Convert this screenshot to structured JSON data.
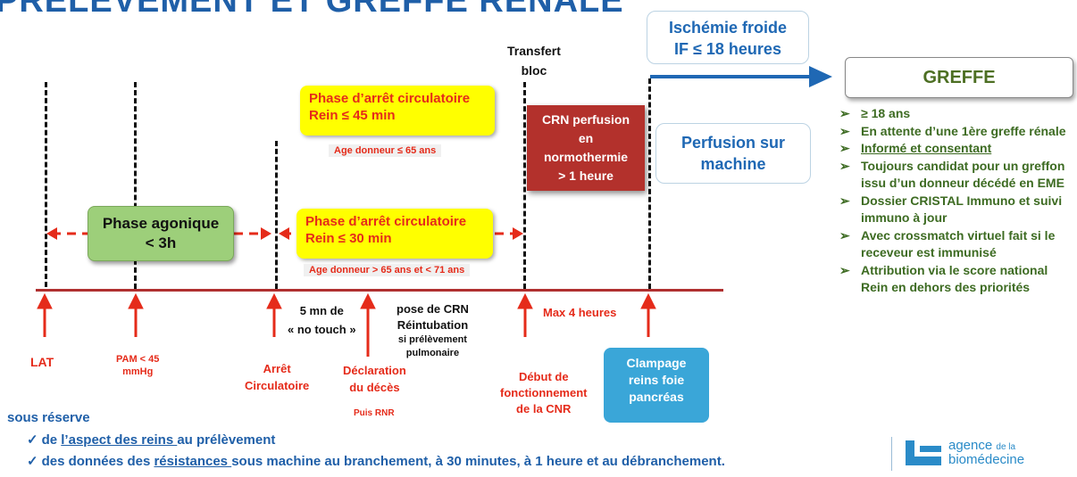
{
  "title": "PRÉLÈVEMENT ET GREFFE RÉNALE",
  "transfert": {
    "line1": "Transfert",
    "line2": "bloc"
  },
  "ischemie": {
    "line1": "Ischémie froide",
    "line2": "IF ≤ 18 heures"
  },
  "greffe": "GREFFE",
  "perfusion_machine": {
    "line1": "Perfusion sur",
    "line2": "machine"
  },
  "crn_box": {
    "line1": "CRN perfusion",
    "line2": "en",
    "line3": "normothermie",
    "line4": "> 1 heure"
  },
  "phase_arret_45": {
    "line1": "Phase d’arrêt circulatoire",
    "line2": "Rein ≤ 45 min"
  },
  "age_65": "Age donneur ≤ 65 ans",
  "phase_arret_30": {
    "line1": "Phase d’arrêt circulatoire",
    "line2": "Rein ≤ 30 min"
  },
  "age_65_71": "Age donneur > 65 ans et < 71 ans",
  "phase_agonique": {
    "line1": "Phase agonique",
    "line2": "< 3h"
  },
  "below": {
    "lat": "LAT",
    "pam_1": "PAM < 45",
    "pam_2": "mmHg",
    "no_touch_1": "5 mn de",
    "no_touch_2": "« no touch »",
    "arret_1": "Arrêt",
    "arret_2": "Circulatoire",
    "pose_crn": "pose de CRN",
    "reintubation": "Réintubation",
    "si_prel_1": "si prélèvement",
    "si_prel_2": "pulmonaire",
    "decl_1": "Déclaration",
    "decl_2": "du décès",
    "puis_rnr": "Puis RNR",
    "max4": "Max 4 heures",
    "debut_1": "Début de",
    "debut_2": "fonctionnement",
    "debut_3": "de la CNR",
    "clamp_1": "Clampage",
    "clamp_2": "reins  foie",
    "clamp_3": "pancréas"
  },
  "criteria": [
    {
      "text": "≥ 18 ans"
    },
    {
      "text": "En attente d’une 1ère  greffe rénale"
    },
    {
      "text": "Informé et consentant"
    },
    {
      "text": "Toujours candidat pour un greffon issu d’un donneur décédé en EME"
    },
    {
      "text": "Dossier CRISTAL Immuno et suivi immuno à jour"
    },
    {
      "text": "Avec crossmatch virtuel fait si le receveur est immunisé"
    },
    {
      "text": "Attribution via le score national Rein en dehors des priorités"
    }
  ],
  "footer": {
    "sous_reserve": "sous réserve",
    "l1_a": "de ",
    "l1_u": "l’aspect des reins ",
    "l1_b": "au prélèvement",
    "l2_a": "des données des ",
    "l2_u": "résistances ",
    "l2_b": "sous machine au branchement, à  30 minutes, à 1 heure et au débranchement."
  },
  "logo": {
    "line1": "agence",
    "line1b": "de la",
    "line2": "biomédecine"
  },
  "colors": {
    "red": "#e52b1a",
    "blue": "#1f68b4",
    "green": "#3d6b22",
    "yellow": "#ffff00",
    "crn": "#b3312c",
    "clamp": "#3aa6d8"
  }
}
